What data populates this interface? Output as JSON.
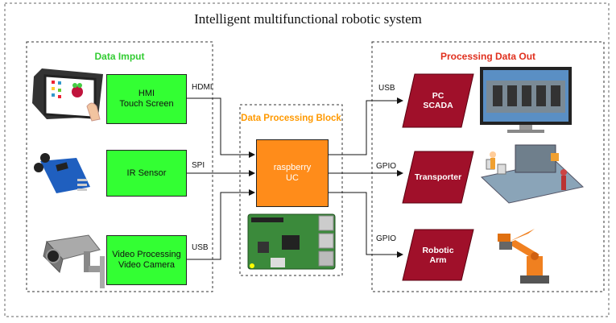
{
  "title": "Intelligent multifunctional robotic system",
  "input_section": {
    "label": "Data Imput",
    "color": "#33cc33"
  },
  "processing_section": {
    "label": "Data Processing Block",
    "color": "#ff9900"
  },
  "output_section": {
    "label": "Processing Data Out",
    "color": "#e0301e"
  },
  "inputs": [
    {
      "line1": "HMI",
      "line2": "Touch Screen",
      "connector": "HDMI"
    },
    {
      "line1": "IR Sensor",
      "line2": "",
      "connector": "SPI"
    },
    {
      "line1": "Video Processing",
      "line2": "Video Camera",
      "connector": "USB"
    }
  ],
  "processor": {
    "line1": "raspberry",
    "line2": "UC"
  },
  "outputs": [
    {
      "line1": "PC",
      "line2": "SCADA",
      "connector": "USB"
    },
    {
      "line1": "Transporter",
      "line2": "",
      "connector": "GPIO"
    },
    {
      "line1": "Robotic",
      "line2": "Arm",
      "connector": "GPIO"
    }
  ],
  "icons": [
    "touchscreen-image",
    "ir-sensor-image",
    "camera-image",
    "raspberry-pi-board-image",
    "scada-monitor-image",
    "conveyor-image",
    "robotic-arm-image"
  ],
  "colors": {
    "green_box": "#33ff33",
    "orange_box": "#ff8c1a",
    "output_box": "#a0102a"
  }
}
